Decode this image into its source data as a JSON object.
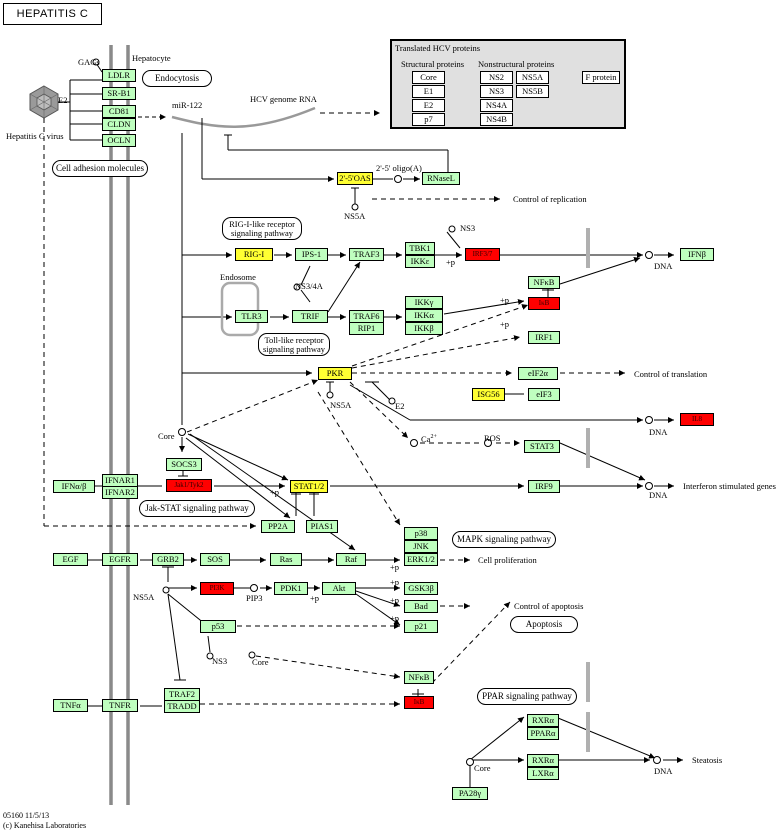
{
  "title": "HEPATITIS C",
  "virus": {
    "label": "Hepatitis C virus",
    "e2": "E2"
  },
  "hepatocyte": "Hepatocyte",
  "gags": "GAGs",
  "receptors": [
    "LDLR",
    "SR-B1",
    "CD81",
    "CLDN",
    "OCLN"
  ],
  "endocytosis": "Endocytosis",
  "mir122": "miR-122",
  "hcv_rna": "HCV genome RNA",
  "cell_adhesion": "Cell adhesion molecules",
  "hcv_panel": {
    "title": "Translated HCV proteins",
    "structural_title": "Structural proteins",
    "nonstructural_title": "Nonstructural proteins",
    "structural": [
      "Core",
      "E1",
      "E2",
      "p7"
    ],
    "ns_col1": [
      "NS2",
      "NS3",
      "NS4A",
      "NS4B"
    ],
    "ns_col2": [
      "NS5A",
      "NS5B"
    ],
    "fprotein": "F protein"
  },
  "oas": "2'-5'OAS",
  "oligo": "2'-5' oligo(A)",
  "rnasel": "RNaseL",
  "ns5a": "NS5A",
  "control_replication": "Control of replication",
  "rigi_pathway": "RIG-I-like receptor signaling pathway",
  "rigi": "RIG-I",
  "ips1": "IPS-1",
  "traf3": "TRAF3",
  "tbk1": "TBK1",
  "ikke": "IKKε",
  "irf37": "IRF3/7",
  "ns3": "NS3",
  "ns34a": "NS3/4A",
  "endosome": "Endosome",
  "tlr3": "TLR3",
  "trif": "TRIF",
  "traf6": "TRAF6",
  "rip1": "RIP1",
  "ikkg": "IKKγ",
  "ikka": "IKKα",
  "ikkb": "IKKβ",
  "toll_pathway": "Toll-like receptor signaling pathway",
  "nfkb": "NFκB",
  "ikb": "IκB",
  "dna": "DNA",
  "ifnb": "IFNβ",
  "irf1": "IRF1",
  "plus_p": "+p",
  "pkr": "PKR",
  "eif2a": "eIF2α",
  "control_translation": "Control of translation",
  "isg56": "ISG56",
  "eif3": "eIF3",
  "il8": "IL8",
  "e2": "E2",
  "core": "Core",
  "ca": "Ca",
  "ca_sup": "2+",
  "ros": "ROS",
  "stat3": "STAT3",
  "socs3": "SOCS3",
  "ifnab": "IFNα/β",
  "ifnar1": "IFNAR1",
  "ifnar2": "IFNAR2",
  "jak": "Jak1/Tyk2",
  "stat12": "STAT1/2",
  "irf9": "IRF9",
  "interferon_genes": "Interferon stimulated genes",
  "jakstat_pathway": "Jak-STAT signaling pathway",
  "pp2a": "PP2A",
  "pias1": "PIAS1",
  "egf": "EGF",
  "egfr": "EGFR",
  "grb2": "GRB2",
  "sos": "SOS",
  "ras": "Ras",
  "raf": "Raf",
  "p38": "p38",
  "jnk": "JNK",
  "erk": "ERK1/2",
  "mapk_pathway": "MAPK signaling pathway",
  "cell_prolif": "Cell proliferation",
  "pi3k": "PI3K",
  "pip3": "PIP3",
  "pdk1": "PDK1",
  "akt": "Akt",
  "gsk3b": "GSK3β",
  "bad": "Bad",
  "p21": "p21",
  "p53": "p53",
  "control_apoptosis": "Control of apoptosis",
  "apoptosis": "Apoptosis",
  "tnfa": "TNFα",
  "tnfr": "TNFR",
  "traf2": "TRAF2",
  "tradd": "TRADD",
  "ppar_pathway": "PPAR signaling pathway",
  "rxra": "RXRα",
  "ppara": "PPARα",
  "lxra": "LXRα",
  "pa28g": "PA28γ",
  "steatosis": "Steatosis",
  "footer1": "05160 11/5/13",
  "footer2": "(c) Kanehisa Laboratories",
  "colors": {
    "gene": "#bfffbf",
    "highlight_yellow": "#ffff33",
    "highlight_red": "#ff0000",
    "membrane": "#888888"
  }
}
